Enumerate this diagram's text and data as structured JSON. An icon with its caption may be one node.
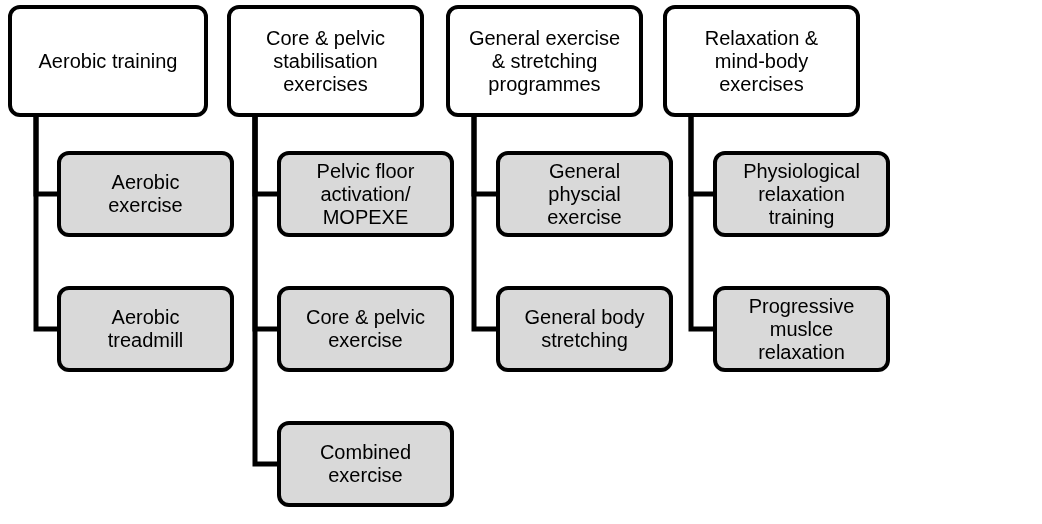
{
  "diagram": {
    "nodes": [
      {
        "text": [
          "Aerobic training"
        ]
      },
      {
        "text": [
          "Aerobic exercise"
        ]
      },
      {
        "text": [
          "Aerobic treadmill"
        ]
      },
      {
        "text": [
          "Core & pelvic stabilisation exercises"
        ]
      },
      {
        "text": [
          "Pelvic floor activation/ MOPEXE"
        ]
      },
      {
        "text": [
          "Core & pelvic exercise"
        ]
      },
      {
        "text": [
          "Combined exercise"
        ]
      },
      {
        "text": [
          "General exercise & stretching programmes"
        ]
      },
      {
        "text": [
          "General physcial exercise"
        ]
      },
      {
        "text": [
          "General body stretching"
        ]
      },
      {
        "text": [
          "Relaxation & mind-body exercises"
        ]
      },
      {
        "text": [
          "Physiological relaxation training"
        ]
      },
      {
        "text": [
          "Progressive muslce relaxation"
        ]
      }
    ],
    "edges": [
      {
        "from": 0,
        "to": 1,
        "arrow": "none"
      },
      {
        "from": 0,
        "to": 2,
        "arrow": "none"
      },
      {
        "from": 3,
        "to": 4,
        "arrow": "none"
      },
      {
        "from": 3,
        "to": 5,
        "arrow": "none"
      },
      {
        "from": 3,
        "to": 6,
        "arrow": "none"
      },
      {
        "from": 7,
        "to": 8,
        "arrow": "none"
      },
      {
        "from": 7,
        "to": 9,
        "arrow": "none"
      },
      {
        "from": 10,
        "to": 11,
        "arrow": "none"
      },
      {
        "from": 10,
        "to": 12,
        "arrow": "none"
      }
    ]
  }
}
